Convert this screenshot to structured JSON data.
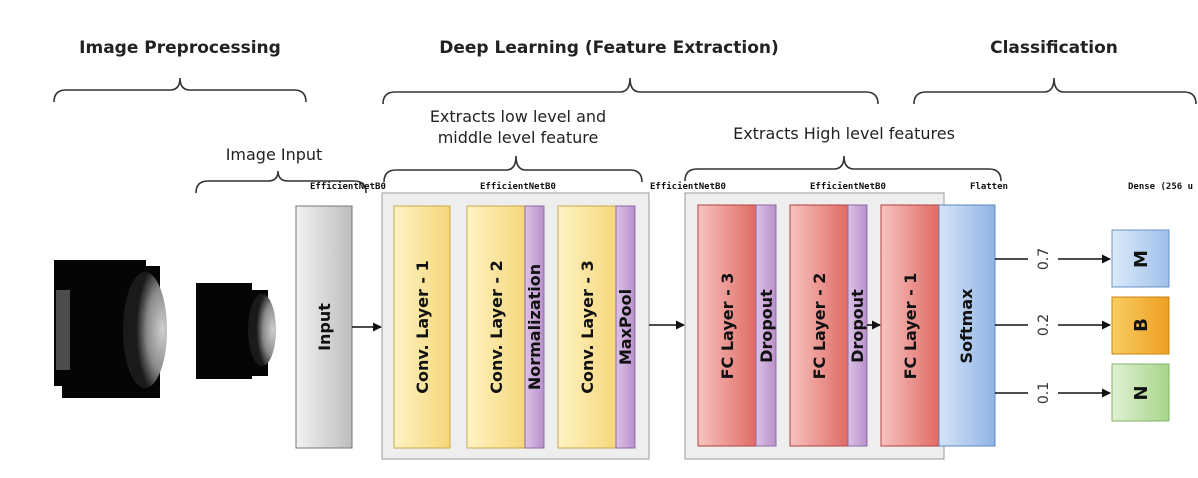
{
  "sections": {
    "preprocessing": "Image Preprocessing",
    "deep_learning": "Deep Learning (Feature Extraction)",
    "classification": "Classification"
  },
  "annotations": {
    "image_input": "Image Input",
    "low_mid_line1": "Extracts low level and",
    "low_mid_line2": "middle level feature",
    "high_level": "Extracts High level features"
  },
  "small_labels": {
    "effnet_1": "EfficientNetB0",
    "effnet_2": "EfficientNetB0",
    "effnet_3": "EfficientNetB0",
    "effnet_4": "EfficientNetB0",
    "flatten": "Flatten",
    "dense": "Dense (256 u"
  },
  "layers": {
    "input": "Input",
    "conv1": "Conv. Layer - 1",
    "conv2": "Conv. Layer - 2",
    "normalization": "Normalization",
    "conv3": "Conv. Layer - 3",
    "maxpool": "MaxPool",
    "fc3": "FC Layer - 3",
    "dropout1": "Dropout",
    "fc2": "FC Layer - 2",
    "dropout2": "Dropout",
    "fc1": "FC Layer - 1",
    "softmax": "Softmax"
  },
  "outputs": [
    {
      "prob": "0.7",
      "label": "M",
      "color": "#b9d3f0"
    },
    {
      "prob": "0.2",
      "label": "B",
      "color": "#f3b43c"
    },
    {
      "prob": "0.1",
      "label": "N",
      "color": "#bfe0a8"
    }
  ],
  "colors": {
    "conv": "#fbe7a0",
    "purple": "#c8a6d6",
    "fc": "#ea8b86",
    "softmax": "#a9c6ec",
    "input": "#d9d9d9",
    "panel": "#eeeeee"
  }
}
